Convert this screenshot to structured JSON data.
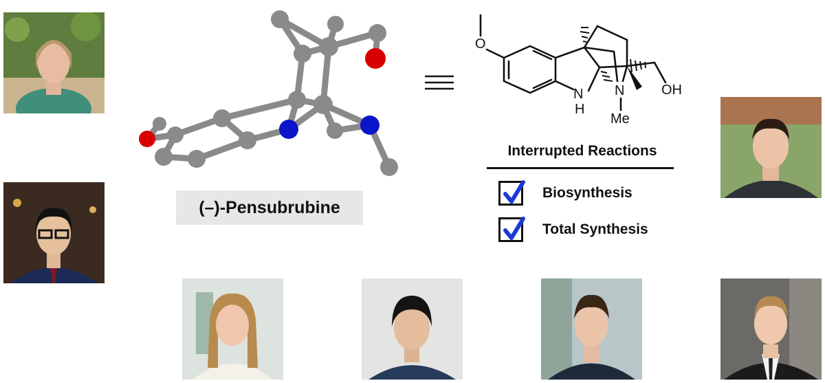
{
  "compound_name": "(–)-Pensubrubine",
  "structure": {
    "labels": {
      "methoxy_o": "O",
      "nh_n": "N",
      "nh_h": "H",
      "n_methyl_n": "N",
      "n_methyl_me": "Me",
      "hydroxyl": "OH"
    }
  },
  "reactions": {
    "title": "Interrupted Reactions",
    "items": [
      {
        "label": "Biosynthesis",
        "checked": true
      },
      {
        "label": "Total Synthesis",
        "checked": true
      }
    ]
  },
  "colors": {
    "carbon": "#8a8a8a",
    "nitrogen": "#0a14c8",
    "oxygen": "#d80000",
    "checkmark": "#1a3ad8"
  }
}
